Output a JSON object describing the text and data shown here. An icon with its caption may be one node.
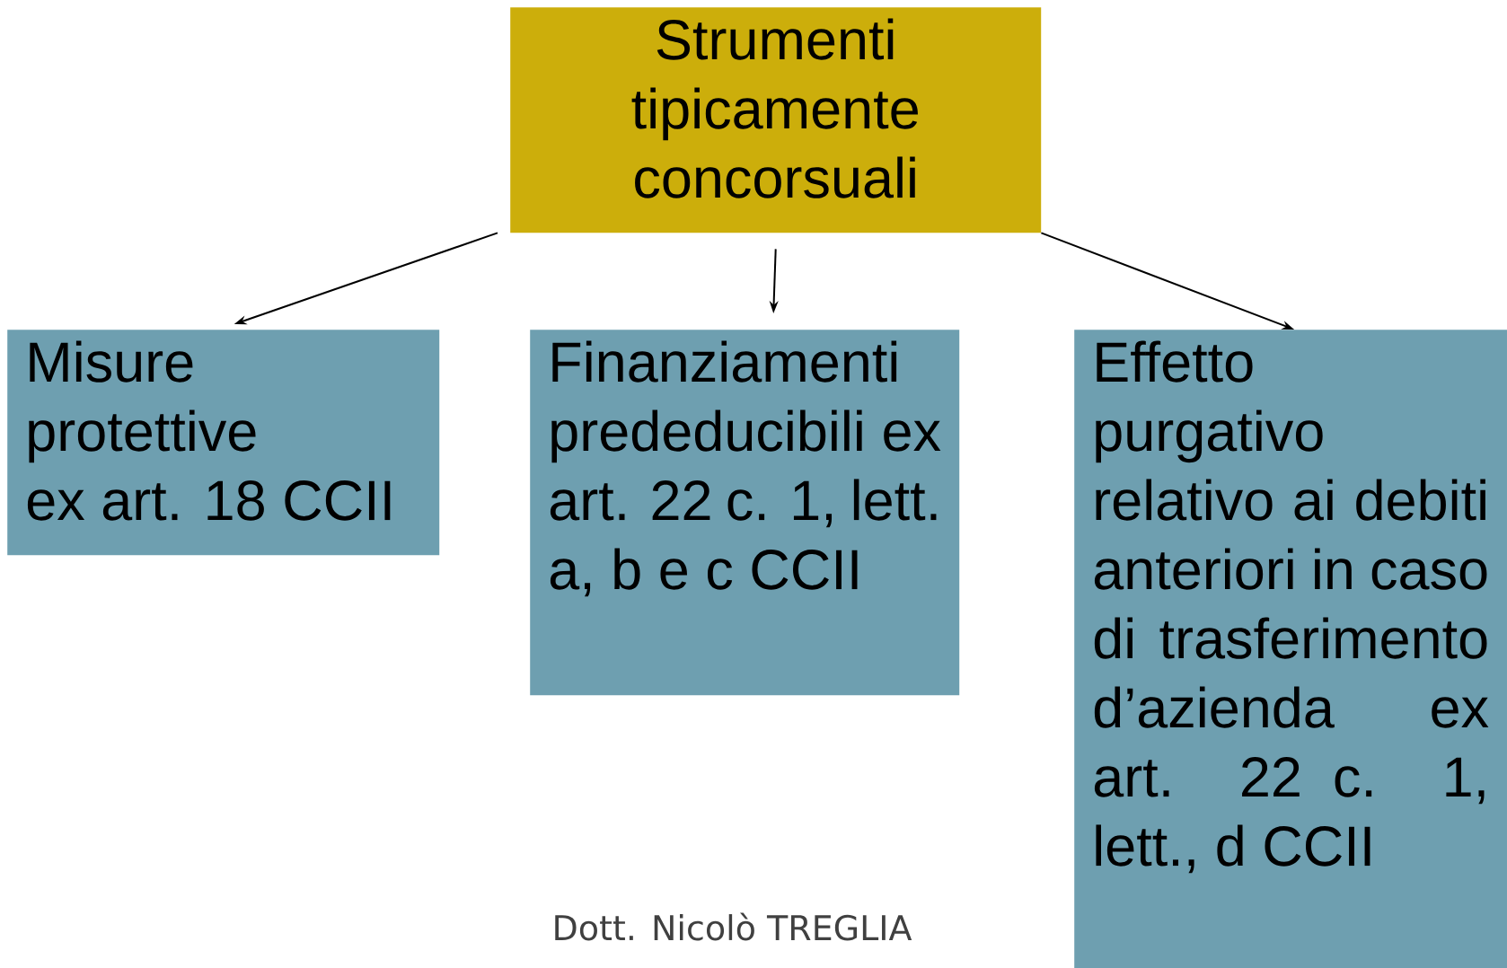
{
  "diagram": {
    "nodes": [
      {
        "text": [
          "Strumenti tipicamente concorsuali"
        ]
      },
      {
        "text": [
          "Misure protettive ex art. 18 CCII"
        ]
      },
      {
        "text": [
          "Finanziamenti prededucibili ex art. 22 c. 1, lett. a, b e c CCII"
        ]
      },
      {
        "text": [
          "Effetto purgativo relativo ai debiti anteriori in caso di trasferimento d’azienda ex art. 22 c. 1, lett., d CCII"
        ]
      }
    ],
    "edges": [
      {
        "from": 0,
        "to": 1,
        "arrow": "to"
      },
      {
        "from": 0,
        "to": 2,
        "arrow": "to"
      },
      {
        "from": 0,
        "to": 3,
        "arrow": "to"
      }
    ],
    "labels": [
      "Dott. Nicolò TREGLIA"
    ]
  }
}
